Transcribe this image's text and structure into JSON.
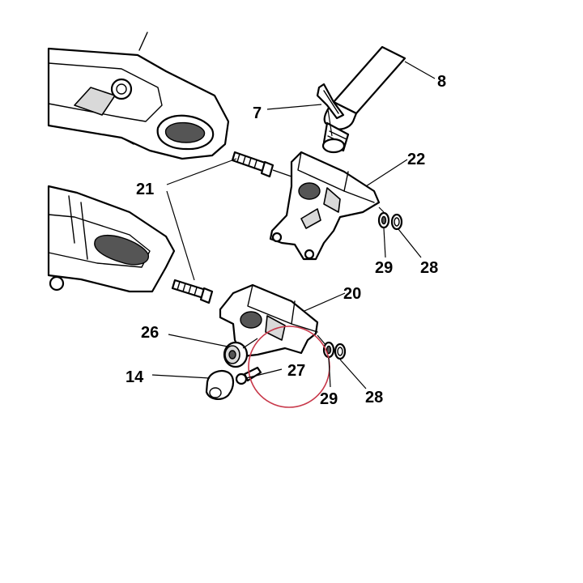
{
  "callouts": {
    "c8": "8",
    "c7": "7",
    "c21": "21",
    "c22": "22",
    "c29a": "29",
    "c28a": "28",
    "c20": "20",
    "c26": "26",
    "c14": "14",
    "c27": "27",
    "c29b": "29",
    "c28b": "28"
  },
  "highlight_color": "#c8384a"
}
